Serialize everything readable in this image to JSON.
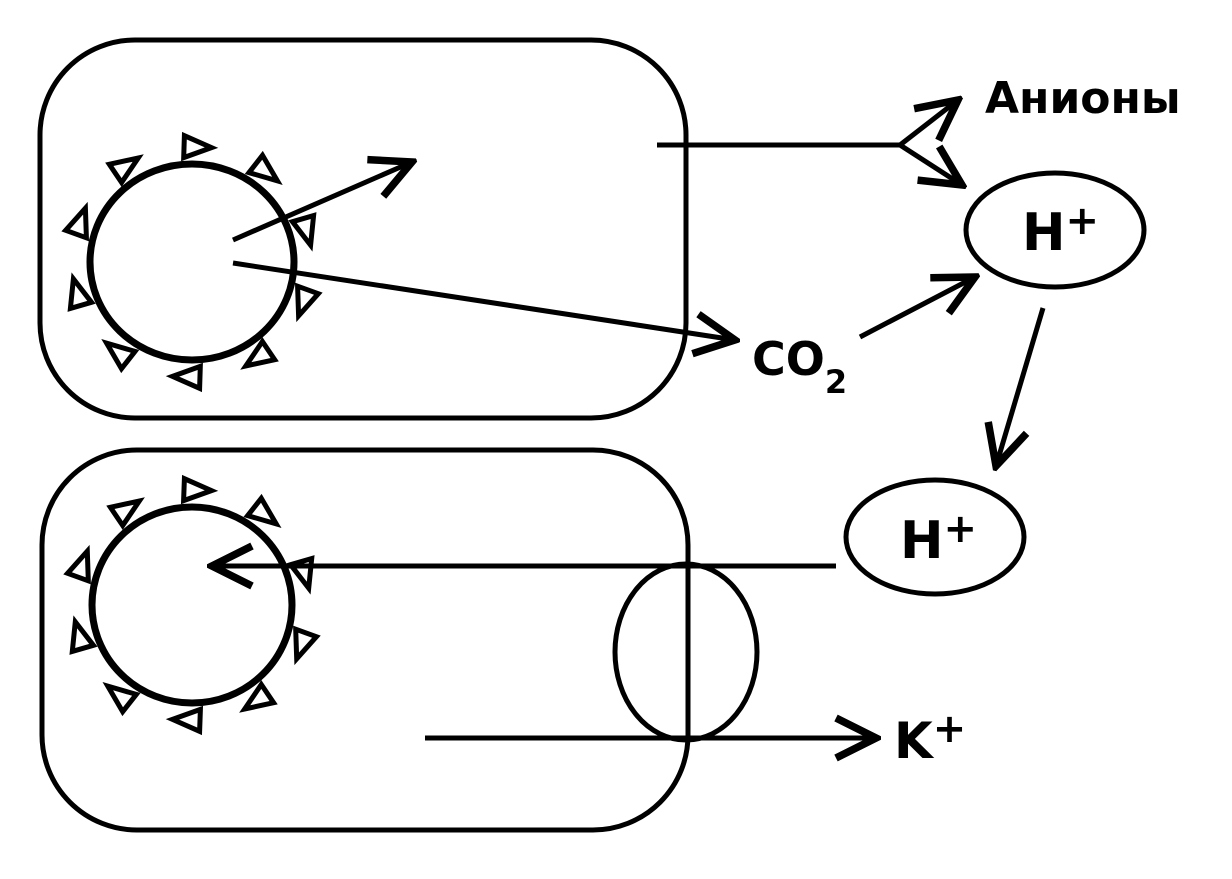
{
  "labels": {
    "anions": "Анионы",
    "h_plus_top": "H",
    "h_plus_top_sup": "+",
    "h_plus_bottom": "H",
    "h_plus_bottom_sup": "+",
    "co2_main": "CO",
    "co2_sub": "2",
    "k_plus": "K",
    "k_plus_sup": "+"
  },
  "colors": {
    "stroke": "#000000",
    "background": "#ffffff"
  }
}
